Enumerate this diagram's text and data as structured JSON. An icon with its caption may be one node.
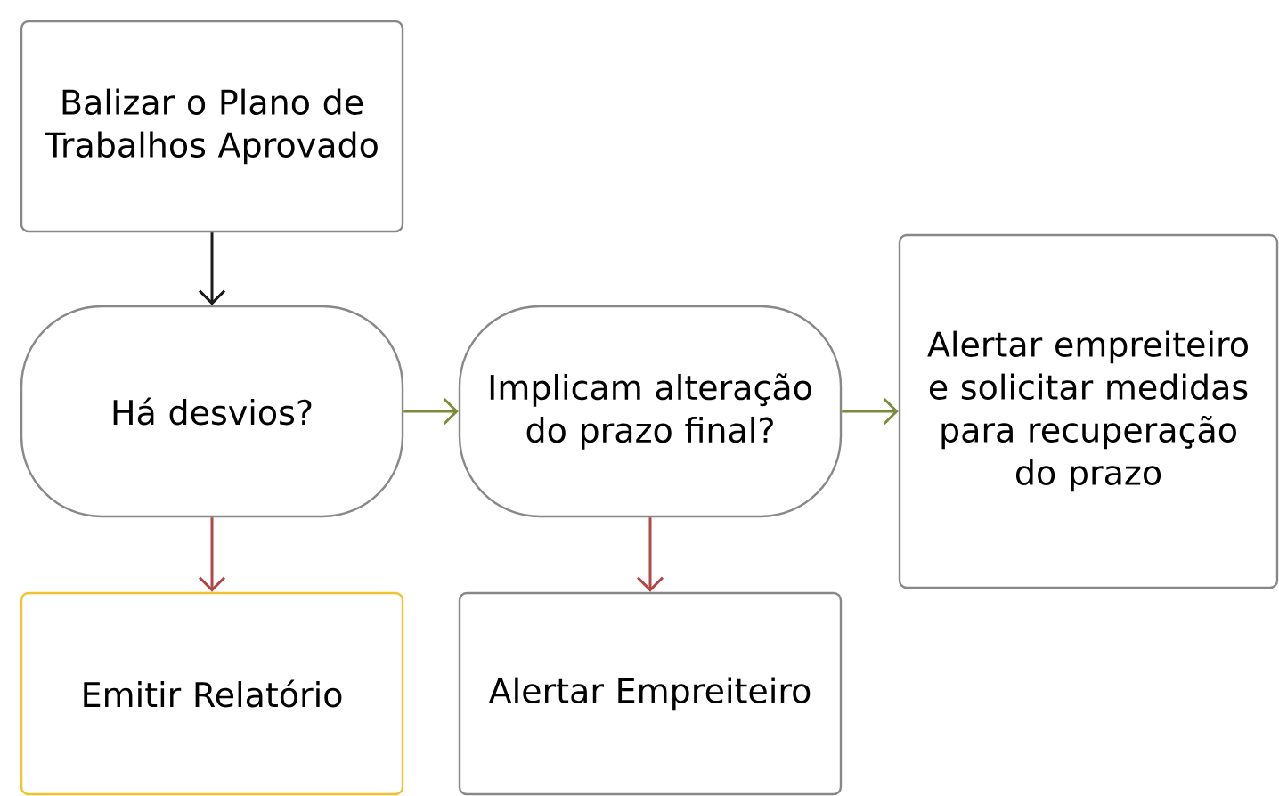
{
  "diagram": {
    "nodes": [
      {
        "text": [
          "Balizar o Plano de Trabalhos Aprovado"
        ]
      },
      {
        "text": [
          "Há desvios?"
        ]
      },
      {
        "text": [
          "Implicam alteração do prazo final?"
        ]
      },
      {
        "text": [
          "Alertar empreiteiro e solicitar medidas para recuperação do prazo"
        ]
      },
      {
        "text": [
          "Emitir Relatório"
        ]
      },
      {
        "text": [
          "Alertar Empreiteiro"
        ]
      }
    ],
    "edges": [
      {
        "from": 0,
        "to": 1,
        "arrow": "to",
        "color": "#1a1a1a"
      },
      {
        "from": 1,
        "to": 2,
        "arrow": "to",
        "color": "#7d8c3c"
      },
      {
        "from": 2,
        "to": 3,
        "arrow": "to",
        "color": "#7d8c3c"
      },
      {
        "from": 1,
        "to": 4,
        "arrow": "to",
        "color": "#b04848"
      },
      {
        "from": 2,
        "to": 5,
        "arrow": "to",
        "color": "#b04848"
      }
    ]
  }
}
